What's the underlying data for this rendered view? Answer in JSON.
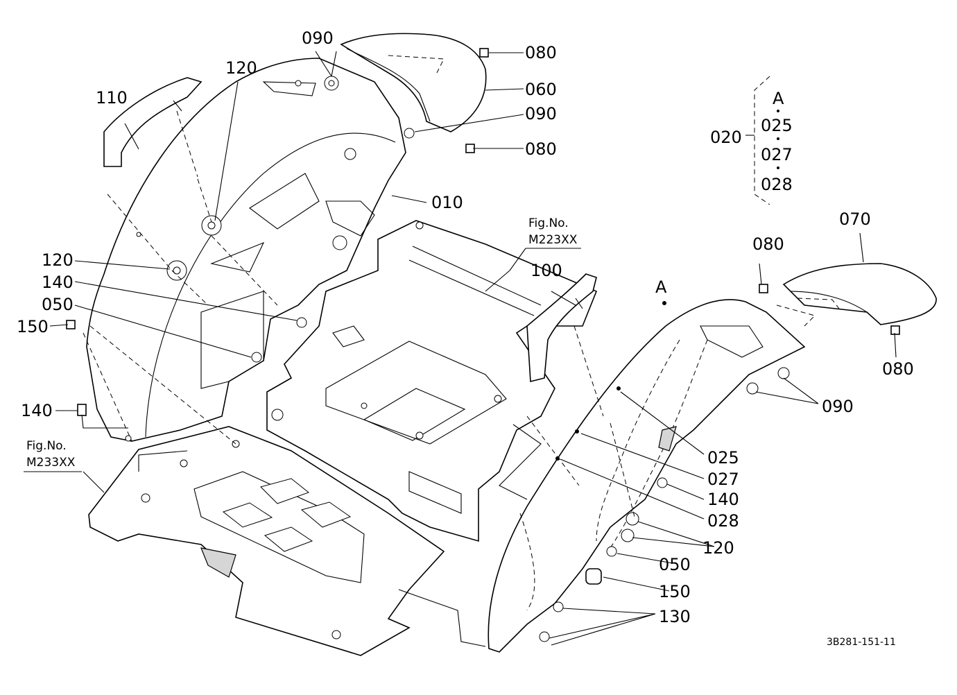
{
  "labels": {
    "p010": "010",
    "p020": "020",
    "pA_top": "A",
    "p025_list": "025",
    "p027_list": "027",
    "p028_list": "028",
    "p025": "025",
    "p027": "027",
    "p028": "028",
    "p050_left": "050",
    "p050_right": "050",
    "p060": "060",
    "p070": "070",
    "p080_a": "080",
    "p080_b": "080",
    "p080_c": "080",
    "p080_d": "080",
    "p090_a": "090",
    "p090_b": "090",
    "p090_c": "090",
    "p100": "100",
    "p110": "110",
    "p120_a": "120",
    "p120_b": "120",
    "p120_c": "120",
    "p130": "130",
    "p140_a": "140",
    "p140_b": "140",
    "p140_c": "140",
    "p150_a": "150",
    "p150_b": "150",
    "pA_fender": "A"
  },
  "figure_refs": {
    "ref1_title": "Fig.No.",
    "ref1_code": "M223XX",
    "ref2_title": "Fig.No.",
    "ref2_code": "M233XX"
  },
  "drawing_code": "3B281-151-11"
}
